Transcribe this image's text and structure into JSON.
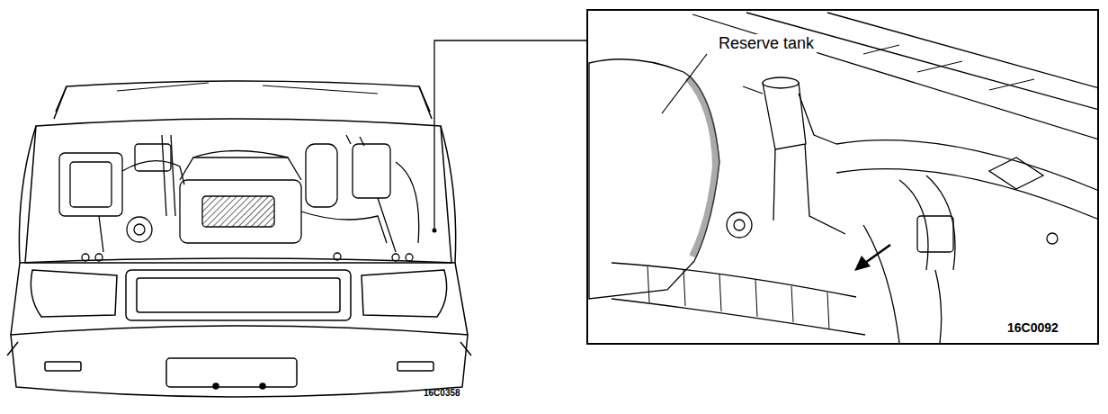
{
  "diagram": {
    "nodes": [
      {
        "text": [
          "Reserve tank",
          "16C0092"
        ]
      }
    ],
    "labels": [
      "16C0358"
    ]
  }
}
